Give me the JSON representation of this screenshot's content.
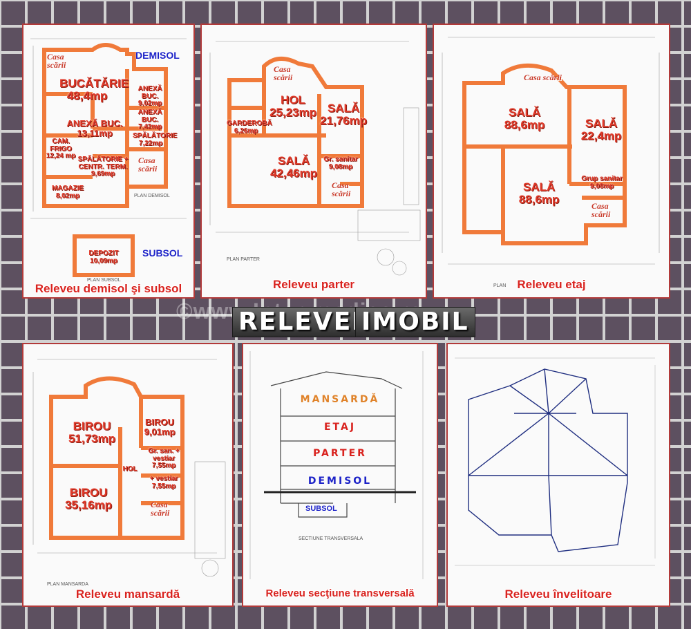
{
  "banner": {
    "word1": "RELEVEE",
    "word2": "IMOBIL",
    "watermark": "©www.Inter-medias.ro"
  },
  "panels": {
    "demisol": {
      "caption": "Releveu demisol şi subsol",
      "level_label": "DEMISOL",
      "sub_label": "SUBSOL",
      "stair": "Casa scării",
      "plan_note": "PLAN DEMISOL",
      "plan_note2": "PLAN SUBSOL",
      "rooms": {
        "bucatarie": "BUCĂTĂRIE 48,4mp",
        "anexa1": "ANEXĂ BUC. 9,02mp",
        "anexa2": "ANEXĂ BUC. 7,42mp",
        "anexa3": "ANEXĂ BUC. 13,11mp",
        "spalatorie1": "SPĂLĂTORIE 7,22mp",
        "cam": "CAM. FRIGO 12,24 mp",
        "spalatorie2": "SPĂLĂTORIE + CENTR. TERM. 9,69mp",
        "magazie": "MAGAZIE 8,02mp",
        "depozit": "DEPOZIT 10,09mp"
      }
    },
    "parter": {
      "caption": "Releveu parter",
      "stair": "Casa scării",
      "stair2": "Casa scării",
      "plan_note": "PLAN PARTER",
      "rooms": {
        "hol": "HOL 25,23mp",
        "sala1": "SALĂ 21,76mp",
        "garderoba": "GARDEROBĂ 6,26mp",
        "sala2": "SALĂ 42,46mp",
        "gr": "Gr. sanitar 9,08mp"
      }
    },
    "etaj": {
      "caption": "Releveu etaj",
      "stair": "Casa scării",
      "stair2": "Casa scării",
      "plan_note": "PLAN",
      "rooms": {
        "sala1": "SALĂ 88,6mp",
        "sala2": "SALĂ 22,4mp",
        "sala3": "SALĂ 88,6mp",
        "grup": "Grup sanitar 9,08mp"
      }
    },
    "mansarda": {
      "caption": "Releveu mansardă",
      "stair": "Casa scării",
      "plan_note": "PLAN MANSARDA",
      "rooms": {
        "birou1": "BIROU 51,73mp",
        "birou2": "BIROU 9,01mp",
        "gr": "Gr. san. + vestiar 7,55mp",
        "vest": "+ vestiar 7,55mp",
        "hol": "HOL",
        "birou3": "BIROU 35,16mp"
      }
    },
    "sectiune": {
      "caption": "Releveu secţiune transversală",
      "plan_note": "SECTIUNE TRANSVERSALA",
      "levels": [
        "MANSARDĂ",
        "ETAJ",
        "PARTER",
        "DEMISOL",
        "SUBSOL"
      ]
    },
    "invelitoare": {
      "caption": "Releveu învelitoare"
    }
  },
  "colors": {
    "frame": "#5d5060",
    "panel_border": "#b23a3a",
    "wall": "#f07a3a",
    "room_text": "#e03a2a",
    "level_blue": "#1d23c8"
  }
}
